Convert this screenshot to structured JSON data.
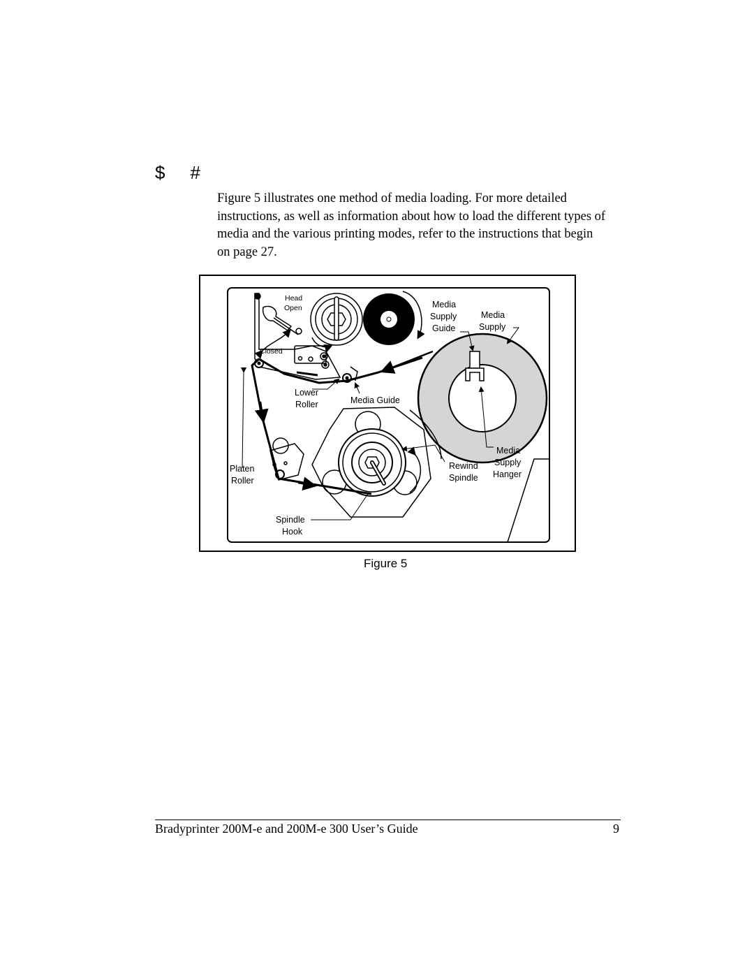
{
  "section": {
    "heading_symbol_1": "$",
    "heading_symbol_2": "#",
    "paragraph_lines": [
      "Figure 5 illustrates one method of media loading.  For more detailed",
      "instructions, as well as information about how to load the different types of",
      "media and the various printing modes, refer to the instructions that begin",
      "on page 27."
    ]
  },
  "figure": {
    "caption": "Figure 5",
    "labels": {
      "head": "Head",
      "open": "Open",
      "closed": "Closed",
      "media_supply_guide_1": "Media",
      "media_supply_guide_2": "Supply",
      "media_supply_guide_3": "Guide",
      "media_supply_1": "Media",
      "media_supply_2": "Supply",
      "lower_roller_1": "Lower",
      "lower_roller_2": "Roller",
      "media_guide": "Media Guide",
      "platen_roller_1": "Platen",
      "platen_roller_2": "Roller",
      "rewind_spindle_1": "Rewind",
      "rewind_spindle_2": "Spindle",
      "media_supply_hanger_1": "Media",
      "media_supply_hanger_2": "Supply",
      "media_supply_hanger_3": "Hanger",
      "spindle_hook_1": "Spindle",
      "spindle_hook_2": "Hook"
    }
  },
  "footer": {
    "title": "Bradyprinter 200M-e and 200M-e 300 User’s Guide",
    "page_number": "9"
  }
}
